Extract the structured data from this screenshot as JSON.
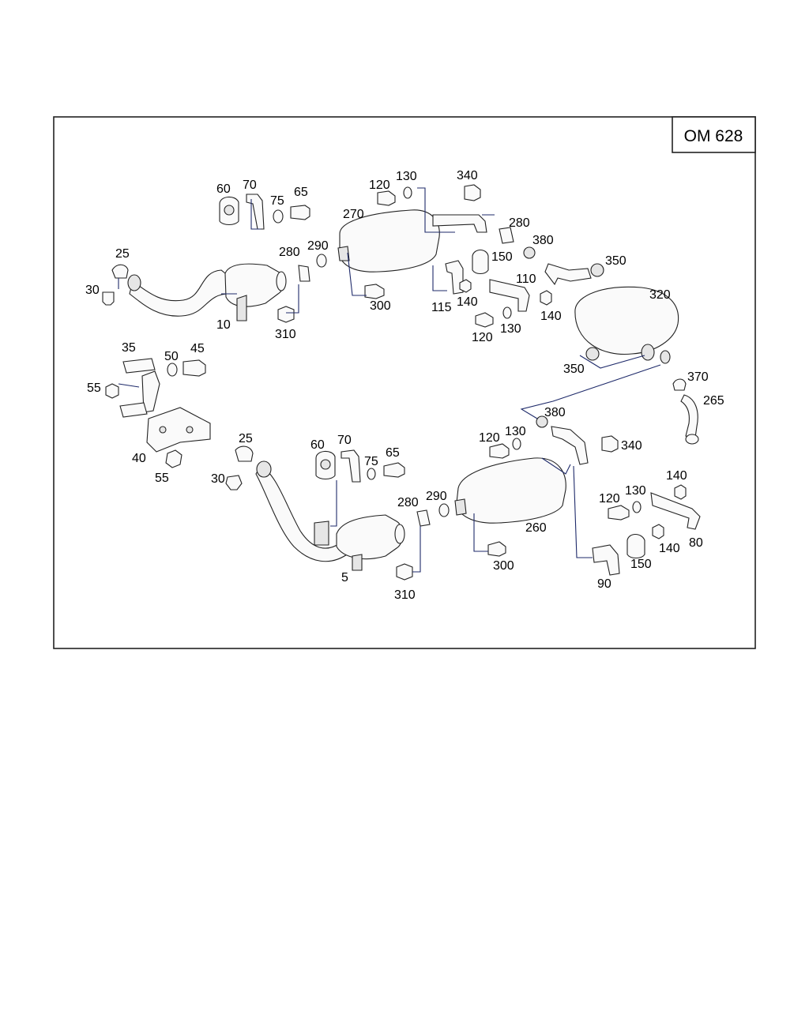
{
  "diagram": {
    "title": "OM 628",
    "labels": {
      "l60a": "60",
      "l70a": "70",
      "l75a": "75",
      "l65a": "65",
      "l120a": "120",
      "l130a": "130",
      "l340a": "340",
      "l270": "270",
      "l25a": "25",
      "l30a": "30",
      "l280a": "280",
      "l290a": "290",
      "l150a": "150",
      "l280b": "280",
      "l380a": "380",
      "l350a": "350",
      "l110": "110",
      "l10": "10",
      "l300a": "300",
      "l115": "115",
      "l140a": "140",
      "l140b": "140",
      "l310a": "310",
      "l120b": "120",
      "l130b": "130",
      "l320": "320",
      "l35": "35",
      "l50": "50",
      "l45": "45",
      "l55a": "55",
      "l350b": "350",
      "l370": "370",
      "l265": "265",
      "l40": "40",
      "l55b": "55",
      "l380b": "380",
      "l25b": "25",
      "l60b": "60",
      "l70b": "70",
      "l120c": "120",
      "l130c": "130",
      "l340b": "340",
      "l75b": "75",
      "l65b": "65",
      "l30b": "30",
      "l280c": "280",
      "l290b": "290",
      "l140c": "140",
      "l120d": "120",
      "l130d": "130",
      "l260": "260",
      "l150b": "150",
      "l140d": "140",
      "l80": "80",
      "l5": "5",
      "l300b": "300",
      "l90": "90",
      "l310b": "310"
    }
  }
}
